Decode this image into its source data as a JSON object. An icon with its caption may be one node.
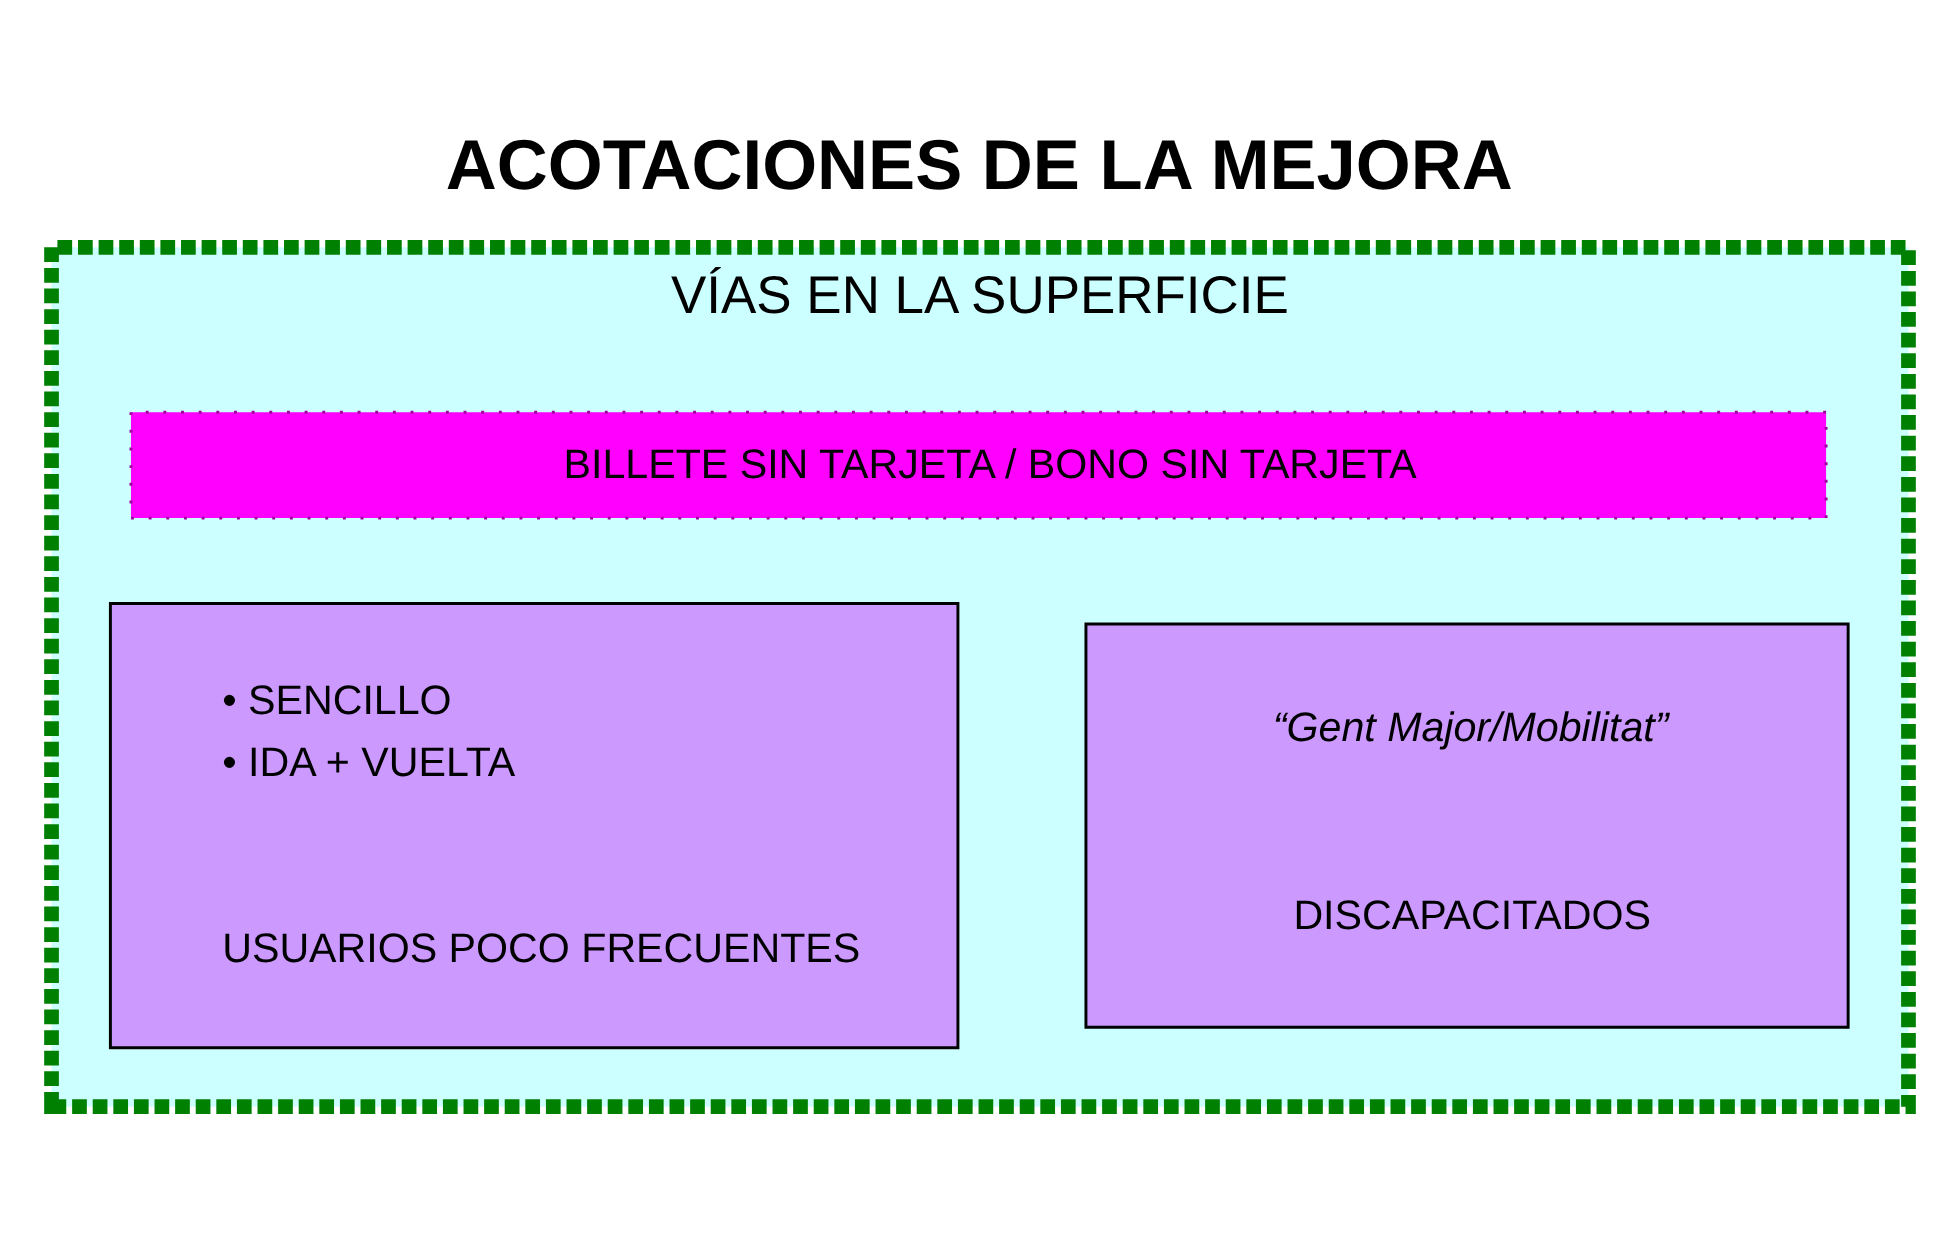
{
  "diagram": {
    "title": "ACOTACIONES DE LA MEJORA",
    "nodes": [
      {
        "text": [
          "VÍAS EN LA SUPERFICIE"
        ]
      },
      {
        "text": [
          "BILLETE SIN TARJETA / BONO SIN TARJETA"
        ],
        "in": 0
      },
      {
        "text": [
          "• SENCILLO",
          "• IDA + VUELTA",
          "USUARIOS POCO FRECUENTES"
        ],
        "in": 0
      },
      {
        "text": [
          "“Gent Major/Mobilitat”",
          "DISCAPACITADOS"
        ],
        "in": 0
      }
    ]
  }
}
